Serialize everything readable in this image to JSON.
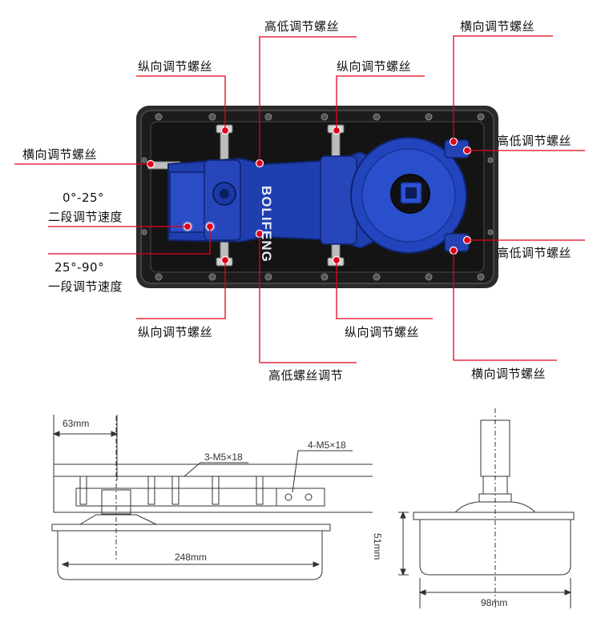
{
  "labels": {
    "top_height_screw": "高低调节螺丝",
    "top_right_lateral": "横向调节螺丝",
    "left_long_top": "纵向调节螺丝",
    "mid_long_top": "纵向调节螺丝",
    "right_height_top": "高低调节螺丝",
    "left_lateral": "横向调节螺丝",
    "speed2_angle": "0°-25°",
    "speed2_name": "二段调节速度",
    "speed1_angle": "25°-90°",
    "speed1_name": "一段调节速度",
    "right_height_bottom": "高低调节螺丝",
    "left_long_bottom": "纵向调节螺丝",
    "mid_long_bottom": "纵向调节螺丝",
    "bottom_height_adjust": "高低螺丝调节",
    "bottom_right_lateral": "横向调节螺丝"
  },
  "brand": "BOLIFENG",
  "dimensions": {
    "offset": "63mm",
    "screws_3": "3-M5×18",
    "screws_4": "4-M5×18",
    "length": "248mm",
    "height": "51mm",
    "width": "98mm"
  },
  "colors": {
    "body_blue": "#1f3fb0",
    "case_dark": "#2a2a2a",
    "marker_red": "#e3001b",
    "leader": "#e3001b"
  }
}
